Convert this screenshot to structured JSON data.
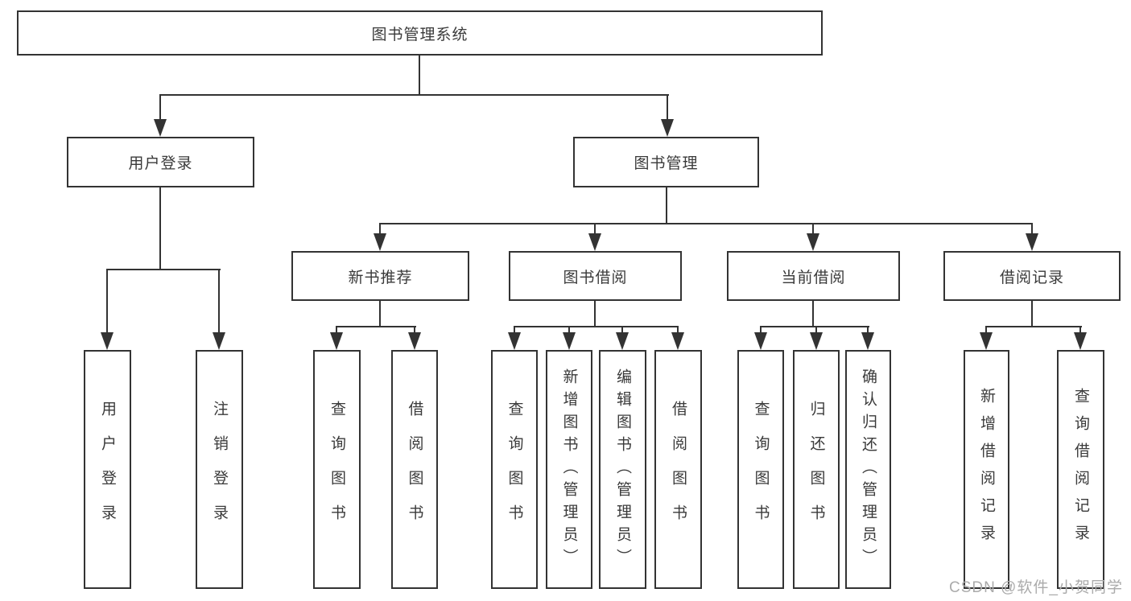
{
  "diagram": {
    "root": {
      "label": "图书管理系统"
    },
    "login": {
      "label": "用户登录",
      "children": [
        {
          "label": "用户登录"
        },
        {
          "label": "注销登录"
        }
      ]
    },
    "management": {
      "label": "图书管理",
      "sections": [
        {
          "label": "新书推荐",
          "children": [
            {
              "label": "查询图书"
            },
            {
              "label": "借阅图书"
            }
          ]
        },
        {
          "label": "图书借阅",
          "children": [
            {
              "label": "查询图书"
            },
            {
              "label": "新增图书（管理员）"
            },
            {
              "label": "编辑图书（管理员）"
            },
            {
              "label": "借阅图书"
            }
          ]
        },
        {
          "label": "当前借阅",
          "children": [
            {
              "label": "查询图书"
            },
            {
              "label": "归还图书"
            },
            {
              "label": "确认归还（管理员）"
            }
          ]
        },
        {
          "label": "借阅记录",
          "children": [
            {
              "label": "新增借阅记录"
            },
            {
              "label": "查询借阅记录"
            }
          ]
        }
      ]
    }
  },
  "watermark": {
    "text": "CSDN @软件_小贺同学"
  },
  "colors": {
    "line": "#333333",
    "box_border": "#333333",
    "box_background": "#ffffff",
    "text": "#3a3a3a",
    "watermark_text": "#ababab",
    "page_background": "#ffffff"
  }
}
